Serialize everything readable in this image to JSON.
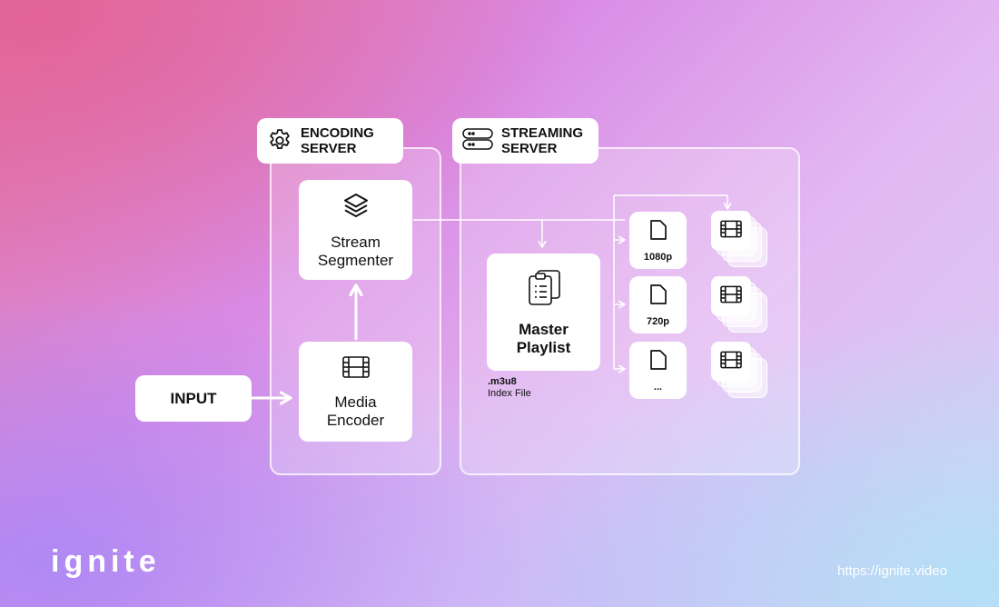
{
  "encoding_server": {
    "title": "ENCODING\nSERVER",
    "icon": "gear-icon"
  },
  "streaming_server": {
    "title": "STREAMING\nSERVER",
    "icon": "server-icon"
  },
  "input": {
    "label": "INPUT"
  },
  "stream_segmenter": {
    "label": "Stream\nSegmenter",
    "icon": "layers-icon"
  },
  "media_encoder": {
    "label": "Media\nEncoder",
    "icon": "film-icon"
  },
  "master_playlist": {
    "label": "Master\nPlaylist",
    "icon": "clipboard-icon"
  },
  "index_file": {
    "ext": ".m3u8",
    "desc": "Index File"
  },
  "renditions": [
    {
      "label": "1080p",
      "icon": "file-icon"
    },
    {
      "label": "720p",
      "icon": "file-icon"
    },
    {
      "label": "...",
      "icon": "file-icon"
    }
  ],
  "segments_icon": "film-icon",
  "footer": {
    "logo": "ignite",
    "url": "https://ignite.video"
  },
  "colors": {
    "line": "#ffffff",
    "text": "#111111",
    "box": "#ffffff"
  }
}
